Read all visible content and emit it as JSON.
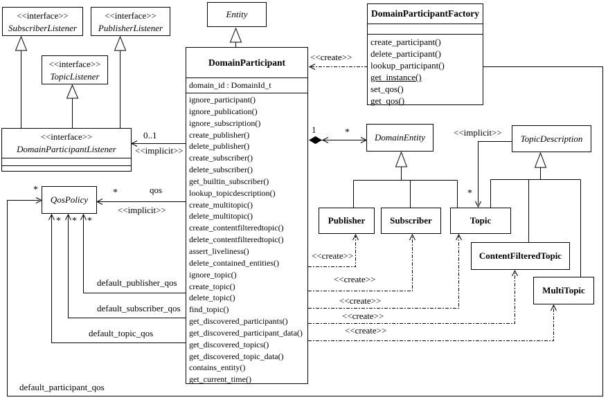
{
  "labels": {
    "interface": "<<interface>>",
    "create": "<<create>>",
    "implicit": "<<implicit>>",
    "qos": "qos",
    "zero_one": "0..1",
    "one": "1",
    "star": "*",
    "default_publisher_qos": "default_publisher_qos",
    "default_subscriber_qos": "default_subscriber_qos",
    "default_topic_qos": "default_topic_qos",
    "default_participant_qos": "default_participant_qos"
  },
  "classes": {
    "subscriber_listener": {
      "name": "SubscriberListener"
    },
    "publisher_listener": {
      "name": "PublisherListener"
    },
    "topic_listener": {
      "name": "TopicListener"
    },
    "domain_participant_listener": {
      "name": "DomainParticipantListener"
    },
    "entity": {
      "name": "Entity"
    },
    "domain_participant": {
      "name": "DomainParticipant",
      "attributes": [
        "domain_id : DomainId_t"
      ],
      "methods": [
        "ignore_participant()",
        "ignore_publication()",
        "ignore_subscription()",
        "create_publisher()",
        "delete_publisher()",
        "create_subscriber()",
        "delete_subscriber()",
        "get_builtin_subscriber()",
        "lookup_topicdescription()",
        "create_multitopic()",
        "delete_multitopic()",
        "create_contentfilteredtopic()",
        "delete_contentfilteredtopic()",
        "assert_liveliness()",
        "delete_contained_entities()",
        "ignore_topic()",
        "create_topic()",
        "delete_topic()",
        "find_topic()",
        "get_discovered_participants()",
        "get_discovered_participant_data()",
        "get_discovered_topics()",
        "get_discovered_topic_data()",
        "contains_entity()",
        "get_current_time()"
      ]
    },
    "domain_participant_factory": {
      "name": "DomainParticipantFactory",
      "methods": [
        "create_participant()",
        "delete_participant()",
        "lookup_participant()",
        {
          "text": "get_instance()",
          "underline": true
        },
        "set_qos()",
        "get_qos()"
      ]
    },
    "domain_entity": {
      "name": "DomainEntity"
    },
    "topic_description": {
      "name": "TopicDescription"
    },
    "qos_policy": {
      "name": "QosPolicy"
    },
    "publisher": {
      "name": "Publisher"
    },
    "subscriber": {
      "name": "Subscriber"
    },
    "topic": {
      "name": "Topic"
    },
    "content_filtered_topic": {
      "name": "ContentFilteredTopic"
    },
    "multi_topic": {
      "name": "MultiTopic"
    }
  },
  "colors": {
    "line": "#000000",
    "fill": "#ffffff"
  }
}
